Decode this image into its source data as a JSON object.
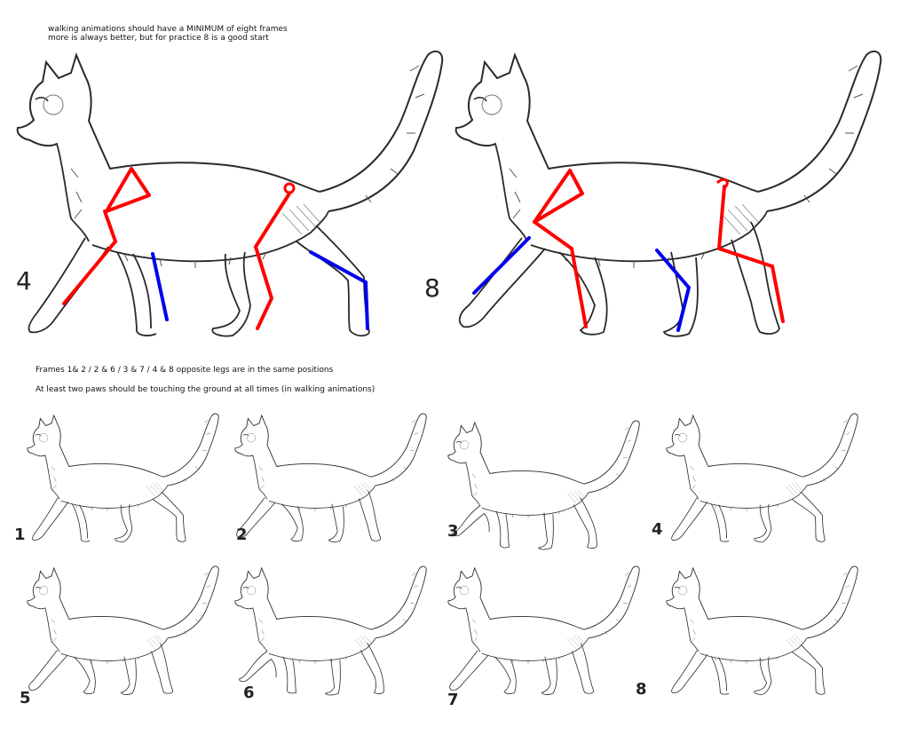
{
  "notes": {
    "top_line_1": "walking animations should have a MINIMUM of eight frames",
    "top_line_2": "more is always better, but for practice 8 is a good start",
    "rule_opposite_legs": "Frames 1& 2 / 2 & 6 / 3 & 7 / 4 & 8 opposite legs are in the same positions",
    "rule_paws": "At least two paws should be touching the ground at all times (in walking animations)"
  },
  "large_frames": [
    {
      "label": "4",
      "variant": "a"
    },
    {
      "label": "8",
      "variant": "b"
    }
  ],
  "small_frames": [
    {
      "label": "1",
      "variant": "a"
    },
    {
      "label": "2",
      "variant": "b"
    },
    {
      "label": "3",
      "variant": "c"
    },
    {
      "label": "4",
      "variant": "a"
    },
    {
      "label": "5",
      "variant": "b"
    },
    {
      "label": "6",
      "variant": "c"
    },
    {
      "label": "7",
      "variant": "b"
    },
    {
      "label": "8",
      "variant": "a"
    }
  ],
  "colors": {
    "sketch_line": "#2a2a2a",
    "front_leg_guide": "#ff0000",
    "back_leg_guide": "#0000ee",
    "background": "#ffffff"
  }
}
